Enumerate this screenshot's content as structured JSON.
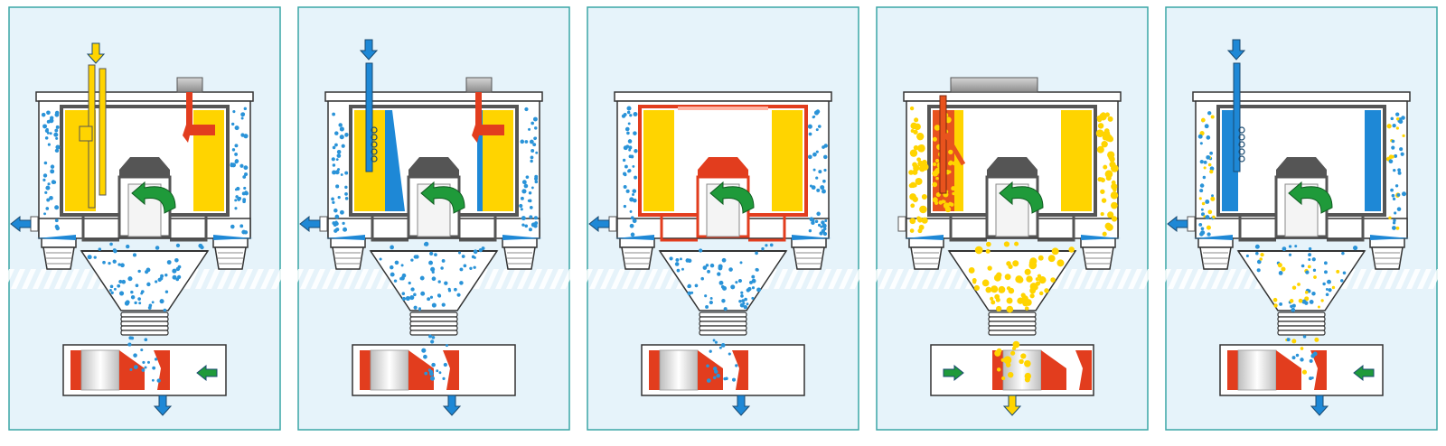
{
  "colors": {
    "background": "#ffffff",
    "panel_fill": "#e6f3fa",
    "panel_border": "#3aa6a6",
    "housing_outline": "#333333",
    "product_yellow": "#ffd400",
    "water_blue": "#1e88d6",
    "droplet_blue": "#2a93d8",
    "valve_red": "#e23d1e",
    "airflow_green": "#1f9a3a",
    "lid_gray": "#9a9a9a",
    "nozzle_dark": "#555555",
    "floor_stripe": "#f3f3f3"
  },
  "panels": [
    {
      "id": "panel-1",
      "top_arrow": "yellow-down-arrow-icon",
      "lance": "yellow",
      "top_fitting": "gray",
      "arm": "red",
      "chamber_fill": "yellow",
      "chamber_border": "dark",
      "droplets": "blue",
      "left_outlet_arrow": true,
      "side_arrow": "green-left-arrow-icon",
      "bottom_arrow": "blue-down-arrow-icon",
      "valve_position": "left"
    },
    {
      "id": "panel-2",
      "top_arrow": "blue-down-arrow-icon",
      "lance": "blue",
      "top_fitting": "gray",
      "arm": "red",
      "chamber_fill": "yellow-blue",
      "chamber_border": "dark",
      "droplets": "blue",
      "left_outlet_arrow": true,
      "side_arrow": "none",
      "bottom_arrow": "blue-down-arrow-icon",
      "valve_position": "left"
    },
    {
      "id": "panel-3",
      "top_arrow": "none",
      "lance": "none",
      "top_fitting": "none",
      "arm": "none",
      "chamber_fill": "yellow",
      "chamber_border": "red",
      "droplets": "blue",
      "left_outlet_arrow": true,
      "side_arrow": "none",
      "bottom_arrow": "blue-down-arrow-icon",
      "valve_position": "left"
    },
    {
      "id": "panel-4",
      "top_arrow": "none",
      "lance": "orange",
      "top_fitting": "wide-gray",
      "arm": "none",
      "chamber_fill": "yellow-orange",
      "chamber_border": "dark",
      "droplets": "yellow",
      "left_outlet_arrow": false,
      "side_arrow": "green-right-arrow-icon",
      "bottom_arrow": "yellow-down-arrow-icon",
      "valve_position": "right"
    },
    {
      "id": "panel-5",
      "top_arrow": "blue-down-arrow-icon",
      "lance": "blue",
      "top_fitting": "none",
      "arm": "none",
      "chamber_fill": "blue",
      "chamber_border": "dark",
      "droplets": "blue-yellow",
      "left_outlet_arrow": true,
      "side_arrow": "green-left-arrow-icon",
      "bottom_arrow": "blue-down-arrow-icon",
      "valve_position": "left"
    }
  ]
}
